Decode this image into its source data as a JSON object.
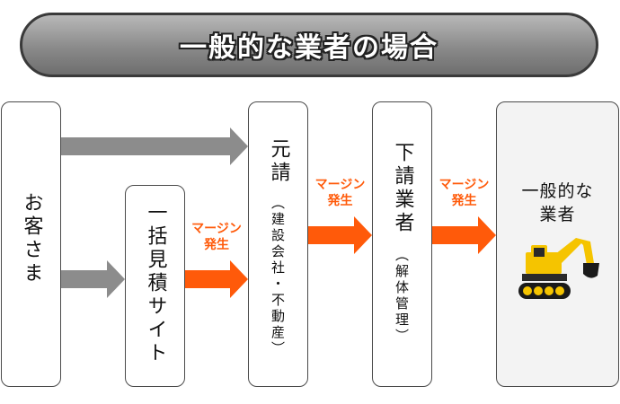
{
  "title": "一般的な業者の場合",
  "nodes": {
    "customer": "お客さま",
    "estimate_site": "一括見積サイト",
    "prime_contractor": "元請",
    "prime_contractor_note": "（建設会社・不動産）",
    "subcontractor": "下請業者",
    "subcontractor_note": "（解体管理）",
    "general_contractor_line1": "一般的な",
    "general_contractor_line2": "業者"
  },
  "margin_labels": {
    "estimate_to_prime_line1": "マージン",
    "estimate_to_prime_line2": "発生",
    "prime_to_sub_line1": "マージン",
    "prime_to_sub_line2": "発生",
    "sub_to_general_line1": "マージン",
    "sub_to_general_line2": "発生"
  },
  "colors": {
    "gray_arrow": "#8c8c8c",
    "orange_arrow": "#ff5a0a",
    "excavator_body": "#f5c400"
  },
  "icons": {
    "excavator": "excavator-icon"
  }
}
